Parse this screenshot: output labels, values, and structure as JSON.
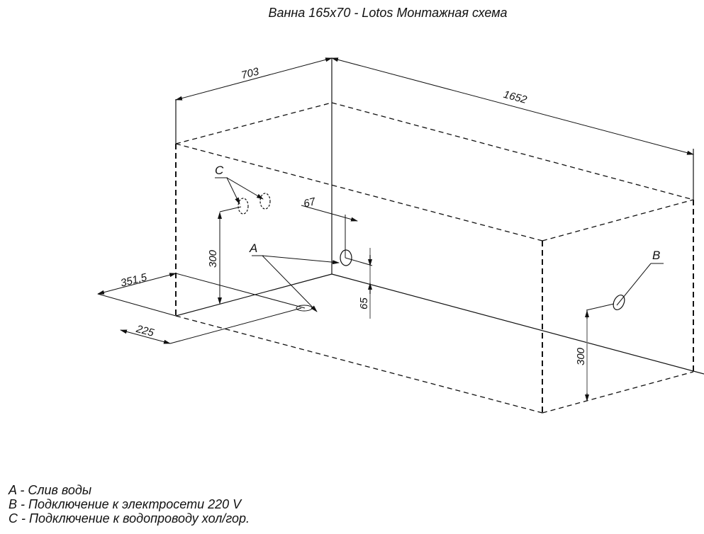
{
  "title": "Ванна 165х70 - Lotos Монтажная схема",
  "dimensions": {
    "width": "703",
    "length": "1652",
    "drain_offset_side": "351,5",
    "drain_offset_front": "225",
    "water_height": "300",
    "electric_height": "300",
    "overflow_offset": "67",
    "overflow_height": "65"
  },
  "markers": {
    "a": "A",
    "b": "B",
    "c": "C"
  },
  "legend": {
    "items": [
      {
        "key": "A",
        "text": "A - Слив воды"
      },
      {
        "key": "B",
        "text": "B - Подключение к электросети 220 V"
      },
      {
        "key": "C",
        "text": "C - Подключение к водопроводу хол/гор."
      }
    ]
  },
  "colors": {
    "line": "#111111",
    "dimension_gray": "#777777",
    "background": "#ffffff"
  }
}
